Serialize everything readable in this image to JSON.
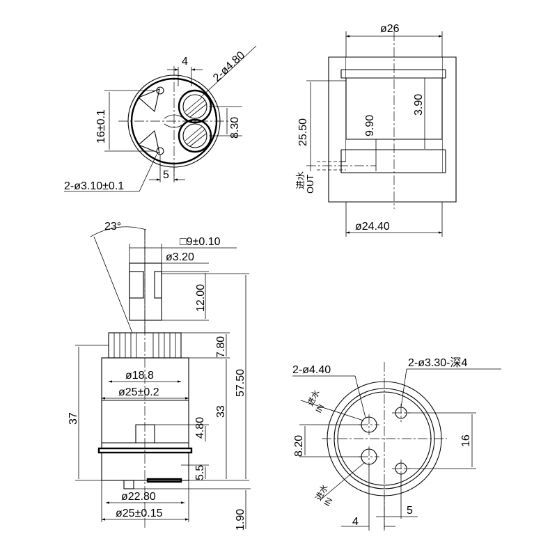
{
  "top_left_view": {
    "dim_width_top": "4",
    "dim_port_dia": "2-ø4.80",
    "dim_height_left": "16±0.1",
    "dim_gap_right": "8.30",
    "dim_width_bottom": "5",
    "dim_pin_dia": "2-ø3.10±0.1"
  },
  "section_view": {
    "dim_top_dia": "ø26",
    "dim_height_total": "25.50",
    "dim_depth_inner": "9.90",
    "dim_depth_groove": "3.90",
    "dim_bottom_dia": "ø24.40",
    "label_inlet_cn": "进水",
    "label_outlet": "OUT"
  },
  "side_view": {
    "dim_angle": "23°",
    "dim_square_stem": "□9±0.10",
    "dim_stem_hole": "ø3.20",
    "dim_stem_len": "12.00",
    "dim_ring_h": "7.80",
    "dim_total_h": "57.50",
    "dim_cap_dia": "ø18.8",
    "dim_body_dia": "ø25±0.2",
    "dim_body_h": "37",
    "dim_mid_h": "33",
    "dim_slot_h": "4.80",
    "dim_base_h": "5.5",
    "dim_base_dia": "ø22.80",
    "dim_base_dia2": "ø25±0.15",
    "dim_foot_h": "1.90"
  },
  "bottom_view": {
    "dim_port_dia": "2-ø4.40",
    "dim_hole_dia": "2-ø3.30-深4",
    "label_in_cn_1": "进水",
    "label_in_1": "IN",
    "label_in_cn_2": "进水",
    "label_in_2": "IN",
    "dim_port_spacing": "8.20",
    "dim_hole_spacing": "16",
    "dim_offset_left": "4",
    "dim_offset_right": "5"
  }
}
